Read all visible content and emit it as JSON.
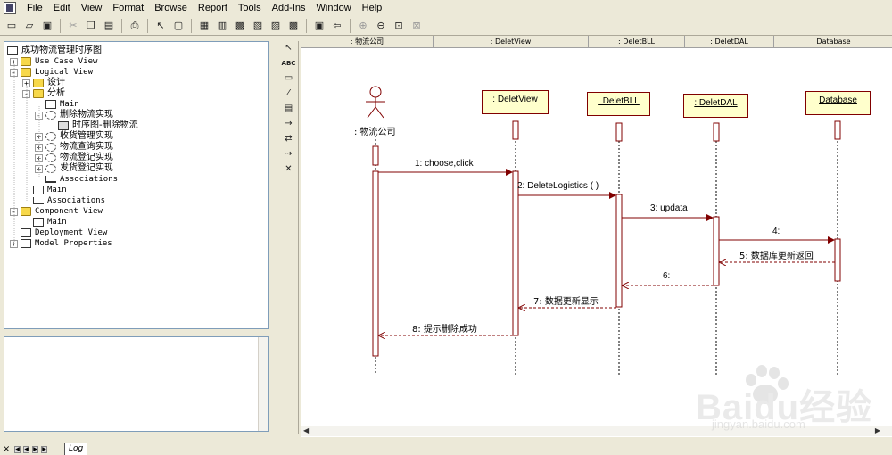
{
  "menubar": {
    "items": [
      "File",
      "Edit",
      "View",
      "Format",
      "Browse",
      "Report",
      "Tools",
      "Add-Ins",
      "Window",
      "Help"
    ]
  },
  "toolbar": {
    "icons": [
      "new-icon",
      "open-icon",
      "save-icon",
      "cut-icon",
      "copy-icon",
      "paste-icon",
      "print-icon",
      "context-help-icon",
      "view-doc-icon",
      "browse-class-icon",
      "browse-interaction-icon",
      "browse-component-icon",
      "browse-deployment-icon",
      "browse-parent-icon",
      "browse-previous-icon",
      "zoom-in-icon",
      "zoom-out-icon",
      "fit-window-icon",
      "undo-fit-icon"
    ]
  },
  "browser": {
    "root": "成功物流管理时序图",
    "items": [
      {
        "label": "Use Case View",
        "icon": "folder-icon",
        "expander": "+"
      },
      {
        "label": "Logical View",
        "icon": "folder-icon",
        "expander": "-"
      },
      {
        "label": "设计",
        "icon": "folder-icon",
        "expander": "+"
      },
      {
        "label": "分析",
        "icon": "folder-icon",
        "expander": "-"
      },
      {
        "label": "Main",
        "icon": "class-diagram-icon",
        "expander": ""
      },
      {
        "label": "删除物流实现",
        "icon": "package-icon",
        "expander": "-"
      },
      {
        "label": "时序图-删除物流",
        "icon": "sequence-diagram-icon",
        "expander": ""
      },
      {
        "label": "收货管理实现",
        "icon": "package-icon",
        "expander": "+"
      },
      {
        "label": "物流查询实现",
        "icon": "package-icon",
        "expander": "+"
      },
      {
        "label": "物流登记实现",
        "icon": "package-icon",
        "expander": "+"
      },
      {
        "label": "发货登记实现",
        "icon": "package-icon",
        "expander": "+"
      },
      {
        "label": "Associations",
        "icon": "associations-icon",
        "expander": ""
      },
      {
        "label": "Main",
        "icon": "class-diagram-icon",
        "expander": ""
      },
      {
        "label": "Associations",
        "icon": "associations-icon",
        "expander": ""
      },
      {
        "label": "Component View",
        "icon": "folder-icon",
        "expander": "-"
      },
      {
        "label": "Main",
        "icon": "component-diagram-icon",
        "expander": ""
      },
      {
        "label": "Deployment View",
        "icon": "deployment-icon",
        "expander": ""
      },
      {
        "label": "Model Properties",
        "icon": "model-properties-icon",
        "expander": "+"
      }
    ]
  },
  "toolbox": {
    "tools": [
      "selection-arrow-icon",
      "text-box-icon",
      "note-icon",
      "anchor-note-icon",
      "object-icon",
      "object-message-icon",
      "message-to-self-icon",
      "return-message-icon",
      "destruction-marker-icon"
    ],
    "text_tool_label": "ABC"
  },
  "diagram": {
    "header_cells": [
      ": 物流公司",
      ": DeletView",
      ": DeletBLL",
      ": DeletDAL",
      "Database"
    ],
    "actor": {
      "name": ": 物流公司"
    },
    "objects": [
      {
        "name": ": DeletView"
      },
      {
        "name": ": DeletBLL"
      },
      {
        "name": ": DeletDAL"
      },
      {
        "name": "Database"
      }
    ],
    "messages": [
      {
        "label": "1: choose,click",
        "kind": "call"
      },
      {
        "label": "2: DeleteLogistics ( )",
        "kind": "call"
      },
      {
        "label": "3: updata",
        "kind": "call"
      },
      {
        "label": "4:",
        "kind": "call"
      },
      {
        "label": "5: 数据库更新返回",
        "kind": "return"
      },
      {
        "label": "6:",
        "kind": "return"
      },
      {
        "label": "7: 数据更新显示",
        "kind": "return"
      },
      {
        "label": "8: 提示删除成功",
        "kind": "return"
      }
    ],
    "colors": {
      "object_fill": "#ffffcc",
      "object_border": "#800000",
      "message_line": "#800000"
    }
  },
  "log": {
    "tab_label": "Log",
    "close_glyph": "×"
  },
  "watermark": {
    "brand": "Baidu经验",
    "url": "jingyan.baidu.com"
  }
}
